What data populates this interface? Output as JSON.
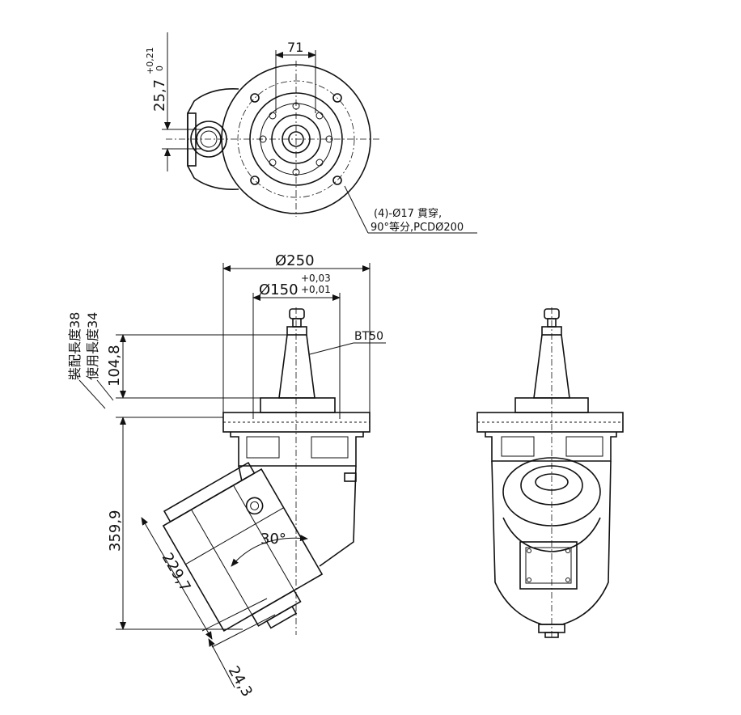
{
  "labels": {
    "dim_71": "71",
    "dim_25_7": "25,7",
    "tol_25_7_upper": "+0,21",
    "tol_25_7_lower": "0",
    "hole_note_line1": "(4)-Ø17 貫穿,",
    "hole_note_line2": "90°等分,PCDØ200",
    "dim_d250": "Ø250",
    "dim_d150": "Ø150",
    "tol_d150_upper": "+0,03",
    "tol_d150_lower": "+0,01",
    "bt50": "BT50",
    "assembly_length": "裝配長度38",
    "use_length": "使用長度34",
    "dim_104_8": "104,8",
    "dim_359_9": "359,9",
    "dim_229_7": "229,7",
    "dim_30": "30°",
    "dim_24_3": "24,3"
  },
  "colors": {
    "line": "#111111",
    "background": "#ffffff"
  }
}
